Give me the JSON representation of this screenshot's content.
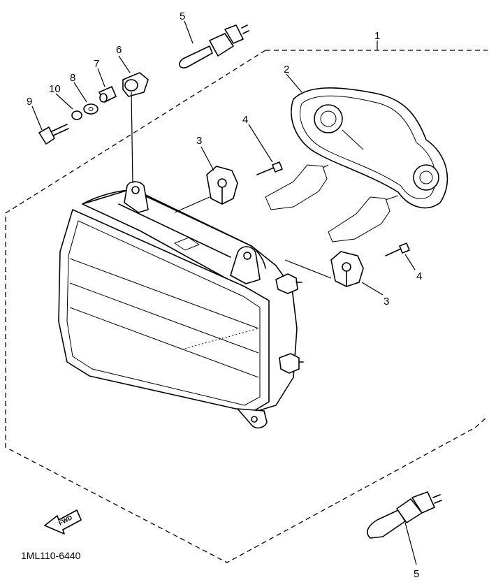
{
  "diagram": {
    "code": "1ML110-6440",
    "fwd_label": "FWD",
    "callouts": {
      "c1": "1",
      "c2": "2",
      "c3a": "3",
      "c3b": "3",
      "c4a": "4",
      "c4b": "4",
      "c5a": "5",
      "c5b": "5",
      "c6": "6",
      "c7": "7",
      "c8": "8",
      "c9": "9",
      "c10": "10"
    }
  }
}
